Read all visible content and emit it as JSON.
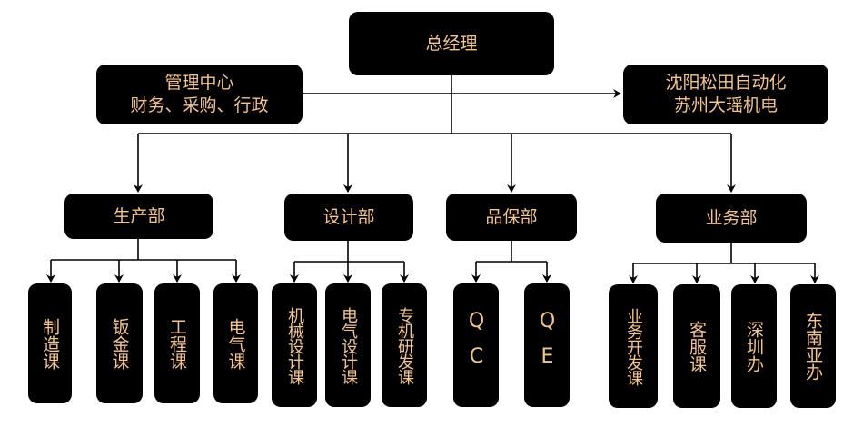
{
  "colors": {
    "box": "#000000",
    "text": "#f5c58a",
    "line": "#000000"
  },
  "top": {
    "label": "总经理"
  },
  "left_side": {
    "label": "管理中心\n财务、采购、行政"
  },
  "right_side": {
    "label": "沈阳松田自动化\n苏州大瑶机电"
  },
  "departments": [
    {
      "label": "生产部",
      "units": [
        "制造课",
        "钣金课",
        "工程课",
        "电气课"
      ]
    },
    {
      "label": "设计部",
      "units": [
        "机械设计课",
        "电气设计课",
        "专机研发课"
      ]
    },
    {
      "label": "品保部",
      "units": [
        "QC",
        "QE"
      ]
    },
    {
      "label": "业务部",
      "units": [
        "业务开发课",
        "客服课",
        "深圳办",
        "东南亚办"
      ]
    }
  ]
}
